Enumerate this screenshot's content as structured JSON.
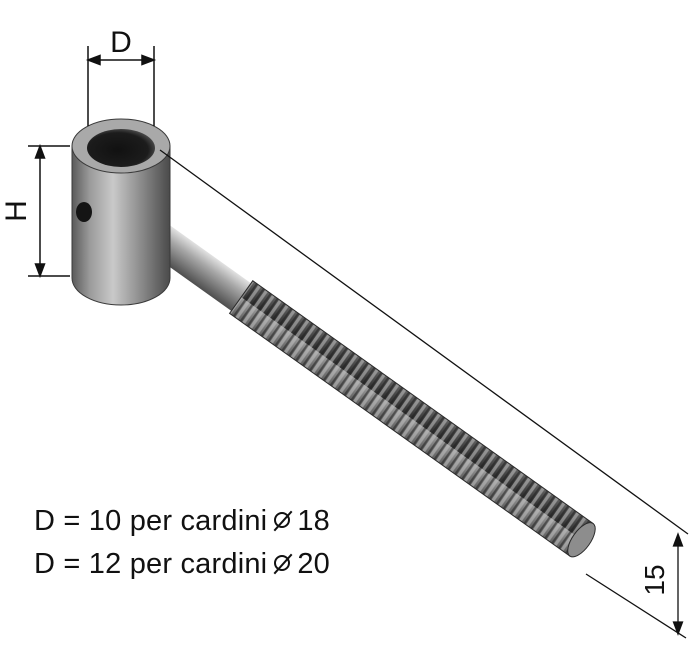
{
  "dimensions": {
    "diameter_label": "D",
    "height_label": "H",
    "thread_size_label": "15"
  },
  "specs": [
    {
      "prefix": "D = 10 per cardini",
      "symbol": "diameter-symbol",
      "value": "18"
    },
    {
      "prefix": "D = 12 per cardini",
      "symbol": "diameter-symbol",
      "value": "20"
    }
  ],
  "colors": {
    "background": "#ffffff",
    "metal_light": "#b9b9b9",
    "metal_dark": "#3a3a3a",
    "line": "#111111"
  }
}
